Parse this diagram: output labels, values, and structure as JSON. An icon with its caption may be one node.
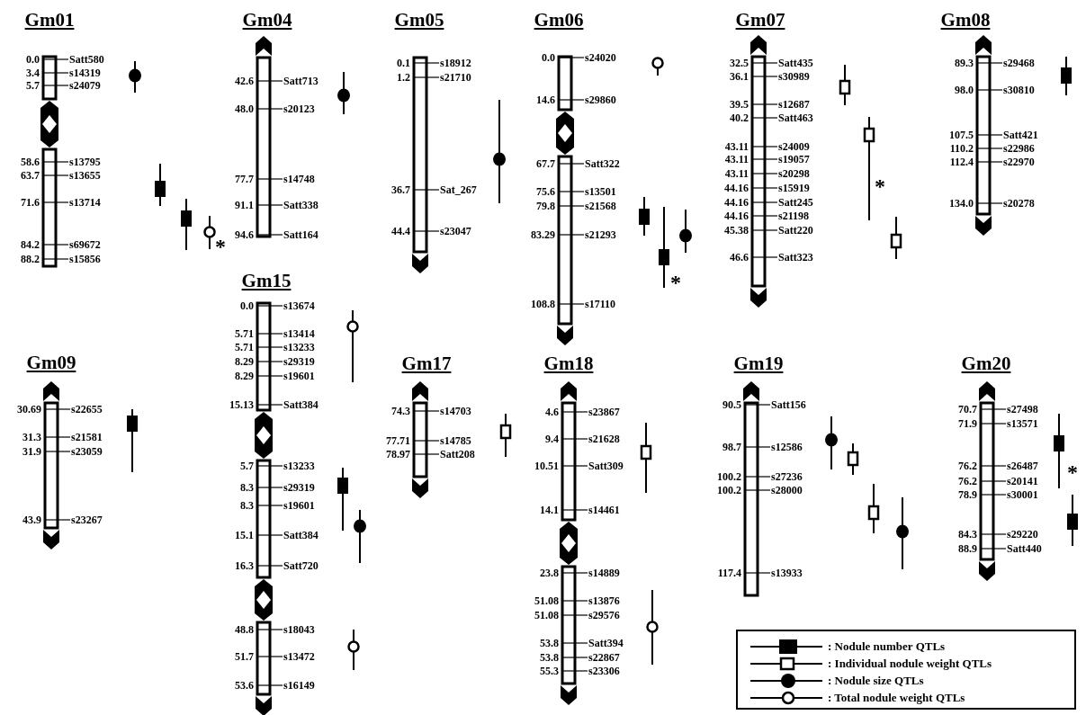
{
  "diagram": {
    "nodes": [
      {
        "text": [
          "Gm01",
          "0.0",
          "Satt580",
          "3.4",
          "s14319",
          "5.7",
          "s24079",
          "58.6",
          "s13795",
          "63.7",
          "s13655",
          "71.6",
          "s13714",
          "84.2",
          "s69672",
          "88.2",
          "s15856"
        ]
      },
      {
        "text": [
          "Gm04",
          "42.6",
          "Satt713",
          "48.0",
          "s20123",
          "77.7",
          "s14748",
          "91.1",
          "Satt338",
          "94.6",
          "Satt164"
        ]
      },
      {
        "text": [
          "Gm05",
          "0.1",
          "s18912",
          "1.2",
          "s21710",
          "36.7",
          "Sat_267",
          "44.4",
          "s23047"
        ]
      },
      {
        "text": [
          "Gm06",
          "0.0",
          "s24020",
          "14.6",
          "s29860",
          "67.7",
          "Satt322",
          "75.6",
          "s13501",
          "79.8",
          "s21568",
          "83.29",
          "s21293",
          "108.8",
          "s17110"
        ]
      },
      {
        "text": [
          "Gm07",
          "32.5",
          "Satt435",
          "36.1",
          "s30989",
          "39.5",
          "s12687",
          "40.2",
          "Satt463",
          "43.11",
          "s24009",
          "43.11",
          "s19057",
          "43.11",
          "s20298",
          "44.16",
          "s15919",
          "44.16",
          "Satt245",
          "44.16",
          "s21198",
          "45.38",
          "Satt220",
          "46.6",
          "Satt323"
        ]
      },
      {
        "text": [
          "Gm08",
          "89.3",
          "s29468",
          "98.0",
          "s30810",
          "107.5",
          "Satt421",
          "110.2",
          "s22986",
          "112.4",
          "s22970",
          "134.0",
          "s20278"
        ]
      },
      {
        "text": [
          "Gm09",
          "30.69",
          "s22655",
          "31.3",
          "s21581",
          "31.9",
          "s23059",
          "43.9",
          "s23267"
        ]
      },
      {
        "text": [
          "Gm15",
          "0.0",
          "s13674",
          "5.71",
          "s13414",
          "5.71",
          "s13233",
          "8.29",
          "s29319",
          "8.29",
          "s19601",
          "15.13",
          "Satt384",
          "5.7",
          "s13233",
          "8.3",
          "s29319",
          "8.3",
          "s19601",
          "15.1",
          "Satt384",
          "16.3",
          "Satt720",
          "48.8",
          "s18043",
          "51.7",
          "s13472",
          "53.6",
          "s16149"
        ]
      },
      {
        "text": [
          "Gm17",
          "74.3",
          "s14703",
          "77.71",
          "s14785",
          "78.97",
          "Satt208"
        ]
      },
      {
        "text": [
          "Gm18",
          "4.6",
          "s23867",
          "9.4",
          "s21628",
          "10.51",
          "Satt309",
          "14.1",
          "s14461",
          "23.8",
          "s14889",
          "51.08",
          "s13876",
          "51.08",
          "s29576",
          "53.8",
          "Satt394",
          "53.8",
          "s22867",
          "55.3",
          "s23306"
        ]
      },
      {
        "text": [
          "Gm19",
          "90.5",
          "Satt156",
          "98.7",
          "s12586",
          "100.2",
          "s27236",
          "100.2",
          "s28000",
          "117.4",
          "s13933"
        ]
      },
      {
        "text": [
          "Gm20",
          "70.7",
          "s27498",
          "71.9",
          "s13571",
          "76.2",
          "s26487",
          "76.2",
          "s20141",
          "78.9",
          "s30001",
          "84.3",
          "s29220",
          "88.9",
          "Satt440"
        ]
      }
    ],
    "labels": [
      "*",
      "*",
      "*",
      "*"
    ],
    "legend": [
      {
        "text": ": Nodule number QTLs"
      },
      {
        "text": ": Individual nodule weight QTLs"
      },
      {
        "text": ": Nodule size QTLs"
      },
      {
        "text": ": Total nodule weight QTLs"
      }
    ]
  }
}
